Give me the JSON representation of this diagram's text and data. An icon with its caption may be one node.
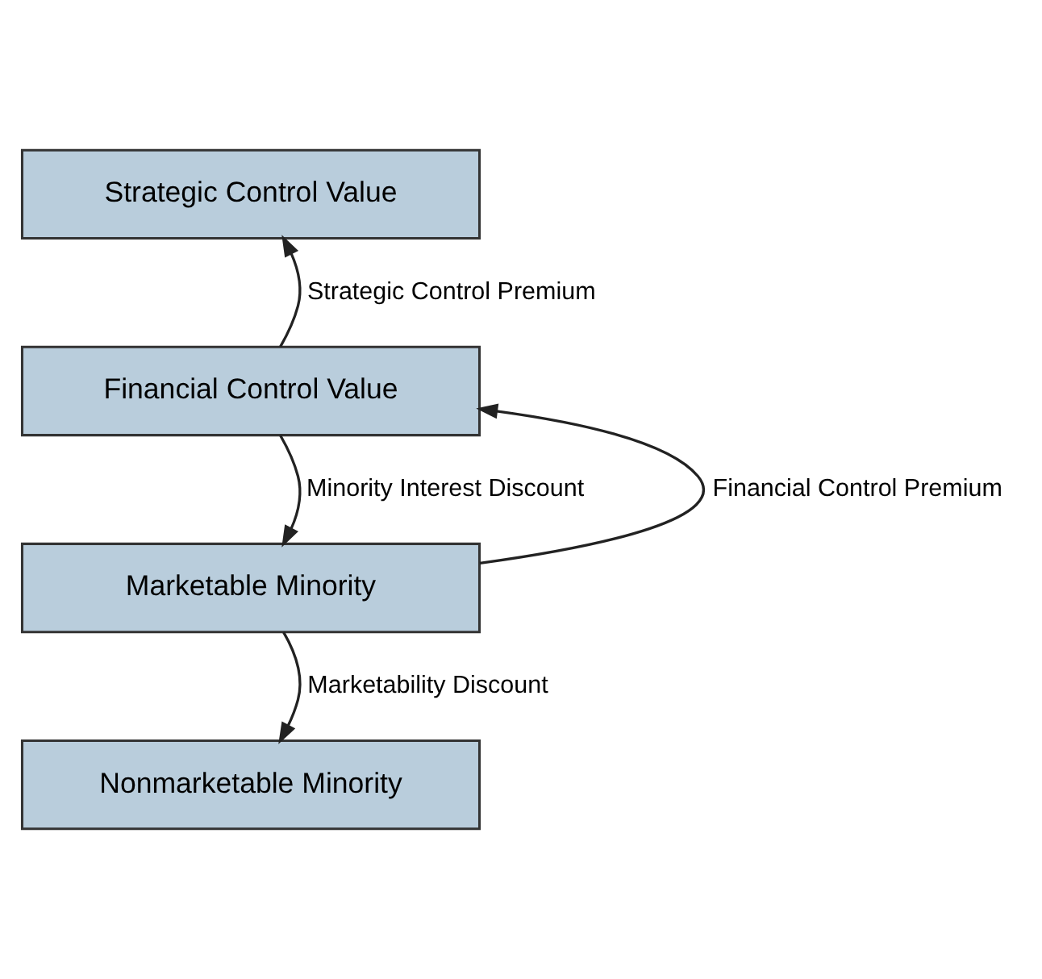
{
  "diagram": {
    "nodes": [
      {
        "text": [
          "Strategic Control Value"
        ]
      },
      {
        "text": [
          "Financial Control Value"
        ]
      },
      {
        "text": [
          "Marketable Minority"
        ]
      },
      {
        "text": [
          "Nonmarketable Minority"
        ]
      }
    ],
    "edges": [
      {
        "from": 1,
        "to": 0,
        "arrow": "to",
        "label": "Strategic Control Premium"
      },
      {
        "from": 2,
        "to": 1,
        "arrow": "to",
        "label": "Financial Control Premium"
      },
      {
        "from": 1,
        "to": 2,
        "arrow": "to",
        "label": "Minority Interest Discount"
      },
      {
        "from": 2,
        "to": 3,
        "arrow": "to",
        "label": "Marketability Discount"
      }
    ]
  }
}
